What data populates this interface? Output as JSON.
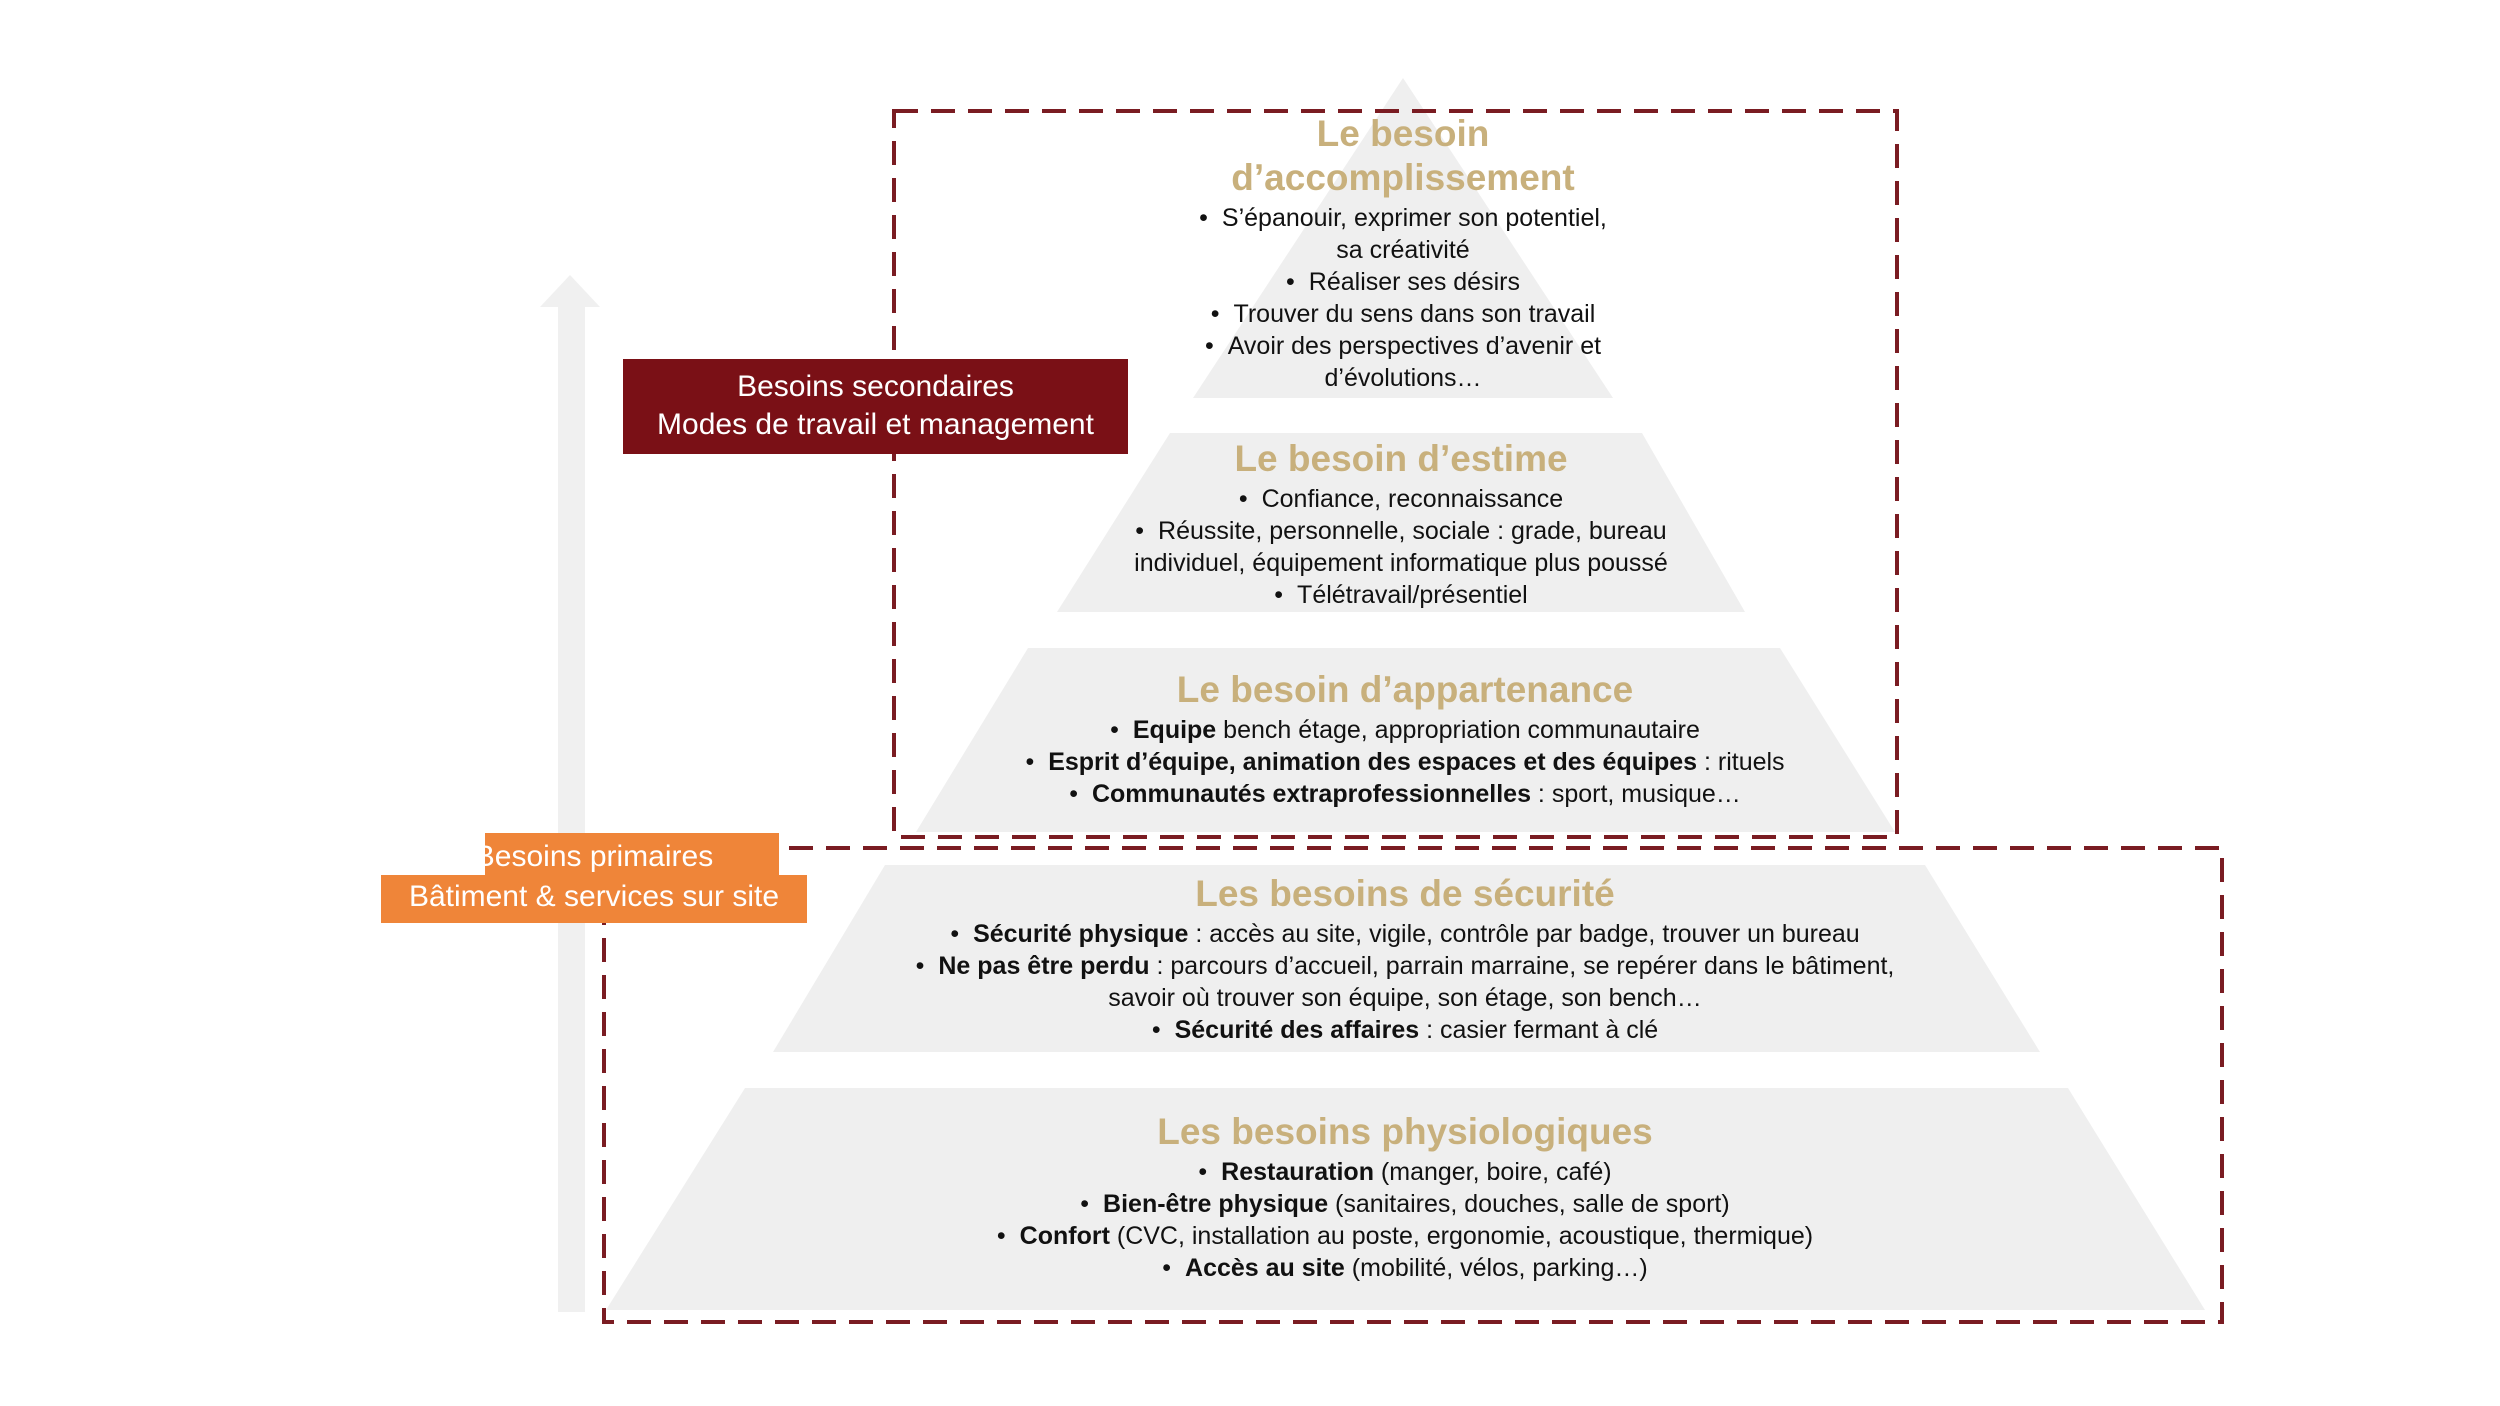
{
  "colors": {
    "pyramid_fill": "#efefef",
    "arrow_fill": "#f0f0f0",
    "title": "#c8b07c",
    "dashed_border": "#7a1c22",
    "secondary_box": "#7a1016",
    "primary_box": "#ef8539"
  },
  "secondary_label": {
    "line1": "Besoins secondaires",
    "line2": "Modes de travail et management"
  },
  "primary_label": {
    "line1": "Besoins primaires",
    "line2": "Bâtiment & services sur site"
  },
  "levels": {
    "accomplissement": {
      "title_line1": "Le besoin",
      "title_line2": "d’accomplissement",
      "items": [
        {
          "text": "S’épanouir, exprimer son potentiel,",
          "text2": "sa créativité"
        },
        {
          "text": "Réaliser ses désirs"
        },
        {
          "text": "Trouver du sens dans son travail"
        },
        {
          "text": "Avoir des perspectives d’avenir et",
          "text2": "d’évolutions…"
        }
      ]
    },
    "estime": {
      "title": "Le besoin d’estime",
      "items": [
        {
          "text": "Confiance, reconnaissance"
        },
        {
          "text": "Réussite, personnelle, sociale : grade, bureau",
          "text2": "individuel, équipement informatique plus poussé"
        },
        {
          "text": "Télétravail/présentiel"
        }
      ]
    },
    "appartenance": {
      "title": "Le besoin d’appartenance",
      "items": [
        {
          "bold": "Equipe",
          "text": " bench étage, appropriation communautaire"
        },
        {
          "bold": "Esprit d’équipe, animation des espaces et des équipes",
          "text": " : rituels"
        },
        {
          "bold": "Communautés extraprofessionnelles",
          "text": " : sport, musique…"
        }
      ]
    },
    "securite": {
      "title": "Les besoins de sécurité",
      "items": [
        {
          "bold": "Sécurité physique",
          "text": " : accès au site, vigile, contrôle par badge, trouver un bureau"
        },
        {
          "bold": "Ne pas être perdu",
          "text": " : parcours d’accueil, parrain marraine, se repérer dans le bâtiment,",
          "text2": "savoir où trouver son équipe, son étage, son bench…"
        },
        {
          "bold": "Sécurité des affaires",
          "text": " : casier fermant à clé"
        }
      ]
    },
    "physiologiques": {
      "title": "Les besoins physiologiques",
      "items": [
        {
          "bold": "Restauration",
          "text": " (manger, boire, café)"
        },
        {
          "bold": "Bien-être physique",
          "text": " (sanitaires, douches, salle de sport)"
        },
        {
          "bold": "Confort",
          "text": " (CVC, installation au poste, ergonomie, acoustique, thermique)"
        },
        {
          "bold": "Accès au site",
          "text": " (mobilité, vélos, parking…)"
        }
      ]
    }
  }
}
